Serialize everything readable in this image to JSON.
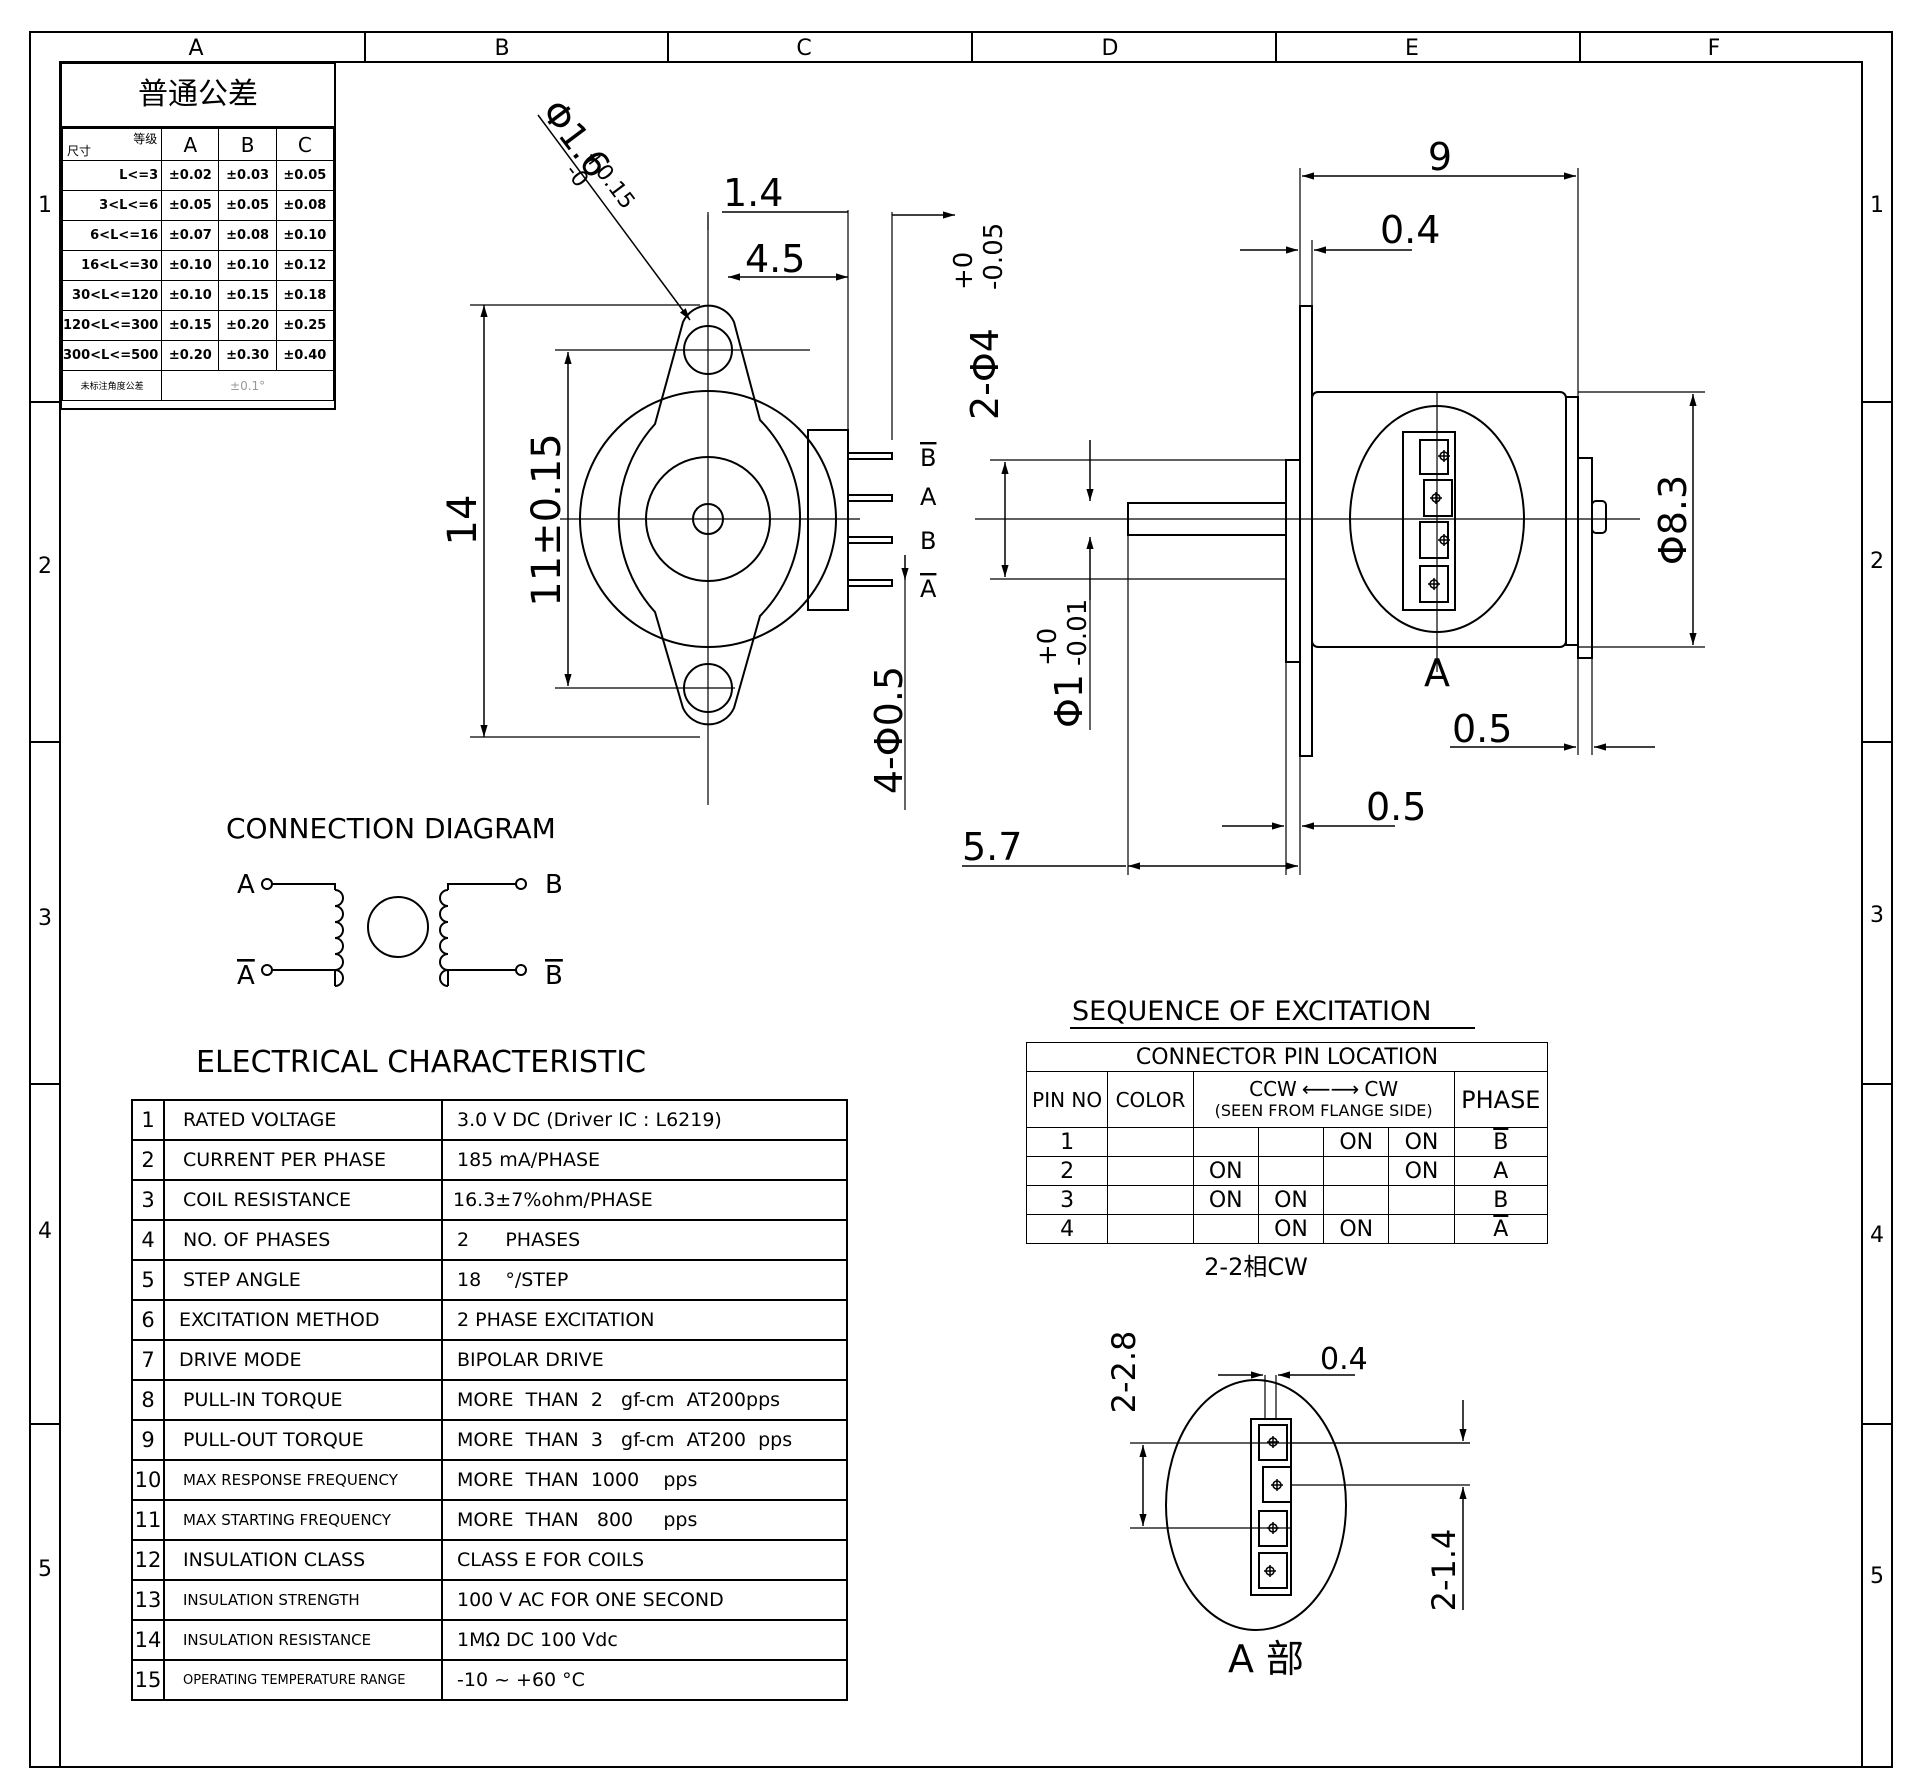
{
  "grid": {
    "columns": [
      "A",
      "B",
      "C",
      "D",
      "E",
      "F"
    ],
    "rows": [
      "1",
      "2",
      "3",
      "4",
      "5"
    ]
  },
  "tolerance_table": {
    "title": "普通公差",
    "corner_top": "等级",
    "corner_bottom": "尺寸",
    "grades": [
      "A",
      "B",
      "C"
    ],
    "rows": [
      {
        "range": "L<=3",
        "a": "±0.02",
        "b": "±0.03",
        "c": "±0.05"
      },
      {
        "range": "3<L<=6",
        "a": "±0.05",
        "b": "±0.05",
        "c": "±0.08"
      },
      {
        "range": "6<L<=16",
        "a": "±0.07",
        "b": "±0.08",
        "c": "±0.10"
      },
      {
        "range": "16<L<=30",
        "a": "±0.10",
        "b": "±0.10",
        "c": "±0.12"
      },
      {
        "range": "30<L<=120",
        "a": "±0.10",
        "b": "±0.15",
        "c": "±0.18"
      },
      {
        "range": "120<L<=300",
        "a": "±0.15",
        "b": "±0.20",
        "c": "±0.25"
      },
      {
        "range": "300<L<=500",
        "a": "±0.20",
        "b": "±0.30",
        "c": "±0.40"
      }
    ],
    "angle_label": "未标注角度公差",
    "angle_value": "±0.1°"
  },
  "front_view": {
    "dims": {
      "hole_dia": "Φ1.6",
      "hole_tol_upper": "+0.15",
      "hole_tol_lower": "-0",
      "d_1_4": "1.4",
      "d_4_5": "4.5",
      "d_14": "14",
      "d_11": "11±0.15",
      "pins": "4-Φ0.5"
    },
    "pin_labels": {
      "p1": "B",
      "p2": "A",
      "p3": "B",
      "p4": "A"
    }
  },
  "side_view": {
    "dims": {
      "d_9": "9",
      "d_0_4": "0.4",
      "d_2phi4": "2-Φ4",
      "d_2phi4_tol_upper": "+0",
      "d_2phi4_tol_lower": "-0.05",
      "d_phi8_3": "Φ8.3",
      "d_phi1": "Φ1",
      "d_phi1_tol_upper": "+0",
      "d_phi1_tol_lower": "-0.01",
      "d_0_5_right": "0.5",
      "d_0_5_bottom": "0.5",
      "d_5_7": "5.7"
    },
    "view_label": "A"
  },
  "connection": {
    "title": "CONNECTION  DIAGRAM",
    "a": "A",
    "a_bar": "A",
    "b": "B",
    "b_bar": "B"
  },
  "electrical": {
    "title": "ELECTRICAL  CHARACTERISTIC",
    "rows": [
      {
        "n": "1",
        "k": "RATED  VOLTAGE",
        "v": "3.0  V  DC    (Driver  IC  :  L6219)"
      },
      {
        "n": "2",
        "k": "CURRENT  PER  PHASE",
        "v": "185  mA/PHASE"
      },
      {
        "n": "3",
        "k": "COIL  RESISTANCE",
        "v": "16.3±7%ohm/PHASE"
      },
      {
        "n": "4",
        "k": "NO.  OF  PHASES",
        "v": "2      PHASES"
      },
      {
        "n": "5",
        "k": "STEP  ANGLE",
        "v": "18    °/STEP"
      },
      {
        "n": "6",
        "k": "EXCITATION  METHOD",
        "v": "2  PHASE  EXCITATION"
      },
      {
        "n": "7",
        "k": "DRIVE  MODE",
        "v": "BIPOLAR  DRIVE"
      },
      {
        "n": "8",
        "k": "PULL-IN  TORQUE",
        "v": "MORE  THAN  2   gf-cm  AT200pps"
      },
      {
        "n": "9",
        "k": "PULL-OUT  TORQUE",
        "v": "MORE  THAN  3   gf-cm  AT200  pps"
      },
      {
        "n": "10",
        "k": "MAX  RESPONSE  FREQUENCY",
        "v": "MORE  THAN  1000    pps"
      },
      {
        "n": "11",
        "k": "MAX  STARTING  FREQUENCY",
        "v": "MORE  THAN   800     pps"
      },
      {
        "n": "12",
        "k": "INSULATION  CLASS",
        "v": "CLASS  E  FOR  COILS"
      },
      {
        "n": "13",
        "k": "INSULATION  STRENGTH",
        "v": "100  V  AC  FOR  ONE  SECOND"
      },
      {
        "n": "14",
        "k": "INSULATION  RESISTANCE",
        "v": "1MΩ  DC  100  Vdc"
      },
      {
        "n": "15",
        "k": "OPERATING  TEMPERATURE  RANGE",
        "v": "-10  ~  +60  °C"
      }
    ]
  },
  "excitation": {
    "title": "SEQUENCE  OF  EXCITATION",
    "header": "CONNECTOR  PIN  LOCATION",
    "col_pin": "PIN  NO",
    "col_color": "COLOR",
    "col_ccw": "CCW",
    "col_cw": "CW",
    "col_seen": "(SEEN  FROM  FLANGE  SIDE)",
    "col_phase": "PHASE",
    "rows": [
      {
        "pin": "1",
        "s1": "",
        "s2": "",
        "s3": "ON",
        "s4": "ON",
        "phase": "B"
      },
      {
        "pin": "2",
        "s1": "ON",
        "s2": "",
        "s3": "",
        "s4": "ON",
        "phase": "A"
      },
      {
        "pin": "3",
        "s1": "ON",
        "s2": "ON",
        "s3": "",
        "s4": "",
        "phase": "B"
      },
      {
        "pin": "4",
        "s1": "",
        "s2": "ON",
        "s3": "ON",
        "s4": "",
        "phase": "A"
      }
    ],
    "caption": "2-2相CW"
  },
  "detail": {
    "d_2_2_8": "2-2.8",
    "d_0_4": "0.4",
    "d_2_1_4": "2-1.4",
    "label": "A  部"
  }
}
